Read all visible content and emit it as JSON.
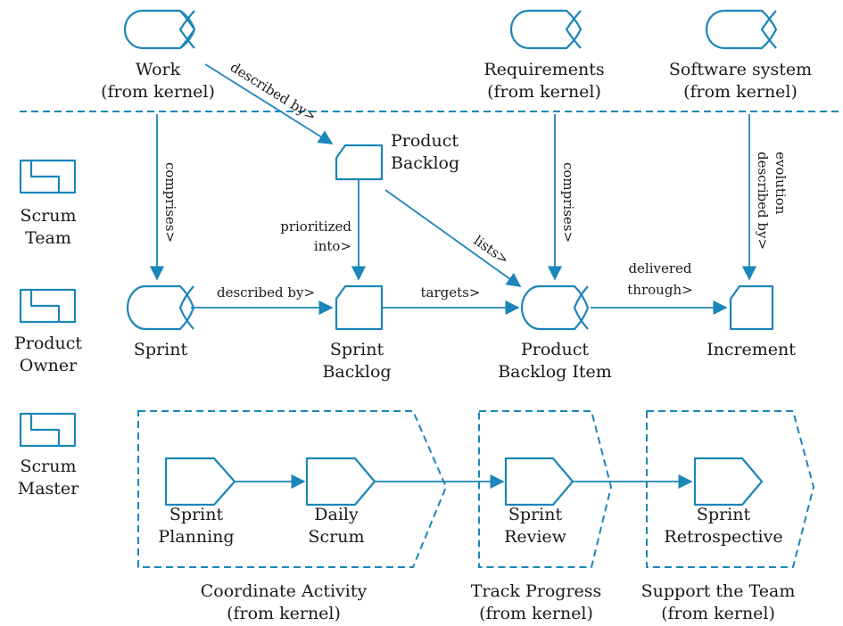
{
  "kernel": {
    "work": [
      "Work",
      "(from kernel)"
    ],
    "requirements": [
      "Requirements",
      "(from kernel)"
    ],
    "software": [
      "Software system",
      "(from kernel)"
    ]
  },
  "roles": {
    "team": [
      "Scrum",
      "Team"
    ],
    "owner": [
      "Product",
      "Owner"
    ],
    "master": [
      "Scrum",
      "Master"
    ]
  },
  "work_products": {
    "product_backlog": [
      "Product",
      "Backlog"
    ],
    "sprint_backlog": [
      "Sprint",
      "Backlog"
    ],
    "increment": [
      "Increment"
    ]
  },
  "alphas": {
    "sprint": [
      "Sprint"
    ],
    "pbi": [
      "Product",
      "Backlog Item"
    ]
  },
  "edges": {
    "described_by_1": "described by>",
    "comprises_1": "comprises>",
    "prioritized": [
      "prioritized",
      "into>"
    ],
    "lists": "lists>",
    "comprises_2": "comprises>",
    "evolution": [
      "evolution",
      "described by>"
    ],
    "described_by_2": "described by>",
    "targets": "targets>",
    "delivered": [
      "delivered",
      "through>"
    ]
  },
  "activities": {
    "planning": [
      "Sprint",
      "Planning"
    ],
    "daily": [
      "Daily",
      "Scrum"
    ],
    "review": [
      "Sprint",
      "Review"
    ],
    "retro": [
      "Sprint",
      "Retrospective"
    ]
  },
  "activity_spaces": {
    "coordinate": [
      "Coordinate Activity",
      "(from kernel)"
    ],
    "track": [
      "Track Progress",
      "(from kernel)"
    ],
    "support": [
      "Support the Team",
      "(from kernel)"
    ]
  },
  "colors": {
    "accent": "#1b86b8",
    "text": "#1a1a1a"
  }
}
